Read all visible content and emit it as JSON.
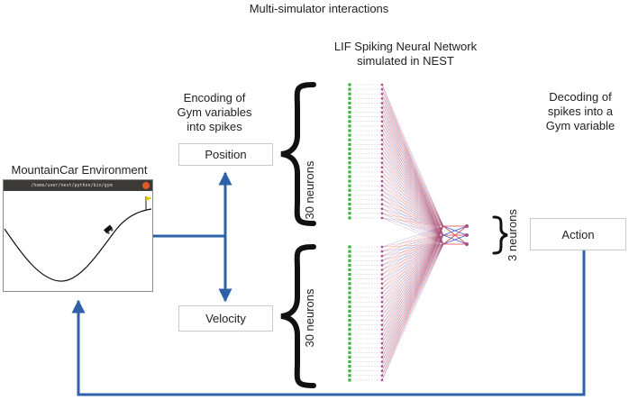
{
  "title": "Multi-simulator interactions",
  "snn_title": "LIF Spiking Neural Network\nsimulated in NEST",
  "encoding_label": "Encoding of\nGym variables\ninto spikes",
  "decoding_label": "Decoding of\nspikes into a\nGym variable",
  "env_label": "MountainCar Environment",
  "env_window_title": "/home/user/nest/python/bin/gym",
  "position_label": "Position",
  "velocity_label": "Velocity",
  "action_label": "Action",
  "neurons_group1": "30 neurons",
  "neurons_group2": "30 neurons",
  "neurons_output": "3 neurons",
  "colors": {
    "arrow": "#2e62a8",
    "input_neuron": "#3db33a",
    "excitatory": "#d83a3a",
    "inhibitory": "#3a5fd8",
    "hidden_neuron": "#b04a8a"
  },
  "icons": [
    "curly-brace-icon",
    "flag-icon",
    "car-icon",
    "close-icon"
  ]
}
